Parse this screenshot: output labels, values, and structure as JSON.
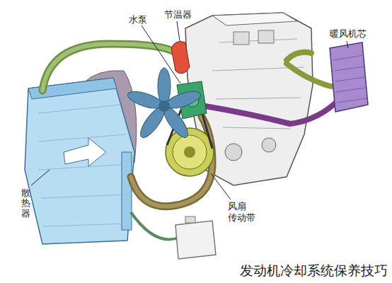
{
  "diagram": {
    "caption": "发动机冷却系统保养技巧",
    "labels": [
      "水泵",
      "节温器",
      "暖风机芯",
      "散热器",
      "风扇 传动带"
    ]
  }
}
